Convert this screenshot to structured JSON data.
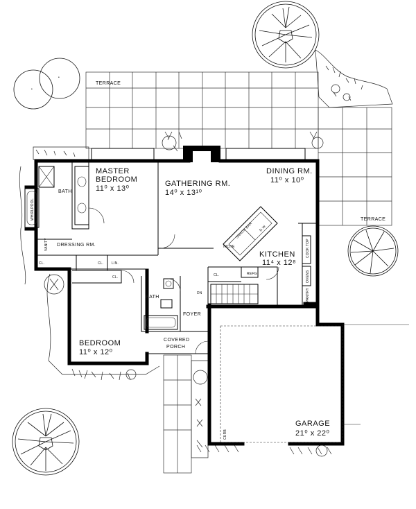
{
  "labels": {
    "terrace_top": "TERRACE",
    "terrace_right": "TERRACE",
    "master_bedroom": "MASTER",
    "master_bedroom_2": "BEDROOM",
    "master_bedroom_dim": "11⁰ x 13⁰",
    "gathering": "GATHERING RM.",
    "gathering_dim": "14⁰ x 13¹⁰",
    "dining": "DINING RM.",
    "dining_dim": "11⁰ x 10⁰",
    "bath_master": "BATH",
    "whirlpool": "WHIRLPOOL",
    "dressing": "DRESSING RM.",
    "vanity": "VANITY",
    "cl_1": "CL.",
    "cl_2": "CL.",
    "lin": "LIN.",
    "cl_3": "CL.",
    "cl_4": "CL.",
    "snack_bar": "SNACK BAR",
    "dw": "D.W.",
    "niche": "NICHE",
    "kitchen": "KITCHEN",
    "kitchen_dim": "11⁴ x 12⁸",
    "refg": "REFG",
    "cook_top": "COOK TOP",
    "ovens": "OVENS",
    "pantry": "PANTRY",
    "dn": "DN",
    "bath_2": "BATH",
    "foyer": "FOYER",
    "bedroom": "BEDROOM",
    "bedroom_dim": "11⁰ x 12⁰",
    "covered_porch": "COVERED",
    "covered_porch_2": "PORCH",
    "garage": "GARAGE",
    "garage_dim": "21⁰ x 22⁰",
    "curb": "CURB"
  }
}
